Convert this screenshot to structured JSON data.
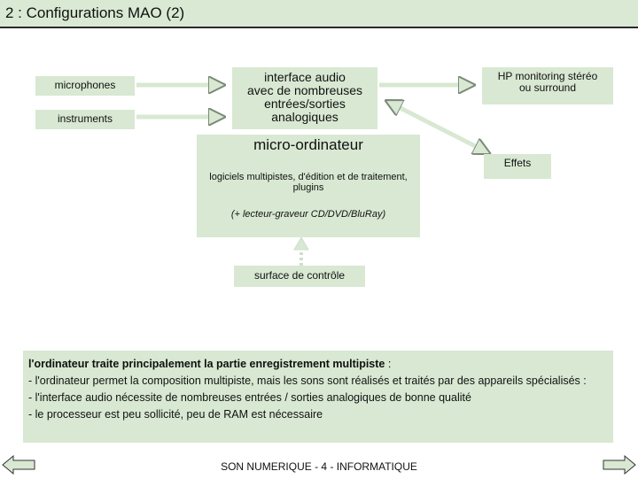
{
  "title": "2 : Configurations MAO (2)",
  "boxes": {
    "microphones": "microphones",
    "instruments": "instruments",
    "interface_lines": [
      "interface audio",
      "avec de nombreuses",
      "entrées/sorties",
      "analogiques"
    ],
    "hp_lines": [
      "HP monitoring stéréo",
      "ou surround"
    ],
    "computer_title": "micro-ordinateur",
    "computer_line1": "logiciels multipistes, d'édition et de traitement, plugins",
    "computer_line2": "(+ lecteur-graveur CD/DVD/BluRay)",
    "effects": "Effets",
    "control_surface": "surface de contrôle"
  },
  "summary": {
    "intro_bold": "l'ordinateur traite principalement la partie enregistrement multipiste",
    "intro_rest": " :",
    "line1": "- l'ordinateur permet la composition multipiste, mais les sons sont réalisés et traités par des appareils spécialisés :",
    "line2": "- l'interface audio nécessite de nombreuses entrées / sorties analogiques de bonne qualité",
    "line3": "- le processeur est peu sollicité, peu de RAM est nécessaire"
  },
  "footer": "SON NUMERIQUE - 4 - INFORMATIQUE",
  "nav": {
    "prev_icon": "arrow-left-icon",
    "next_icon": "arrow-right-icon"
  },
  "colors": {
    "box_fill": "#d8e8d2",
    "arrow_fill": "#d8e8d2",
    "arrow_stroke": "#7a8a78"
  }
}
